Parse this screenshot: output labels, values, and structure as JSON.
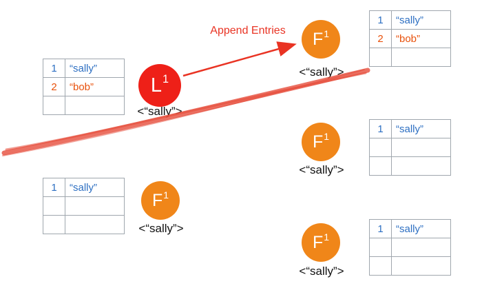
{
  "append_entries_label": "Append Entries",
  "nodes": {
    "leader": {
      "letter": "L",
      "term": "1",
      "value": "<“sally”>"
    },
    "follower_top_right": {
      "letter": "F",
      "term": "1",
      "value": "<“sally”>"
    },
    "follower_mid_right": {
      "letter": "F",
      "term": "1",
      "value": "<“sally”>"
    },
    "follower_bottom_left": {
      "letter": "F",
      "term": "1",
      "value": "<“sally”>"
    },
    "follower_bottom_right": {
      "letter": "F",
      "term": "1",
      "value": "<“sally”>"
    }
  },
  "logs": {
    "leader_log": {
      "rows": [
        [
          "1",
          "“sally”"
        ],
        [
          "2",
          "“bob”"
        ],
        [
          "",
          ""
        ]
      ]
    },
    "top_right_log": {
      "rows": [
        [
          "1",
          "“sally”"
        ],
        [
          "2",
          "“bob”"
        ],
        [
          "",
          ""
        ]
      ]
    },
    "mid_right_log": {
      "rows": [
        [
          "1",
          "“sally”"
        ],
        [
          "",
          ""
        ],
        [
          "",
          ""
        ]
      ]
    },
    "bottom_left_log": {
      "rows": [
        [
          "1",
          "“sally”"
        ],
        [
          "",
          ""
        ],
        [
          "",
          ""
        ]
      ]
    },
    "bottom_right_log": {
      "rows": [
        [
          "1",
          "“sally”"
        ],
        [
          "",
          ""
        ],
        [
          "",
          ""
        ]
      ]
    }
  },
  "colors": {
    "leader_fill": "#ee2018",
    "follower_fill": "#f08619",
    "arrow": "#e93323",
    "partition": "#e64937",
    "entry_blue": "#2d6fc2",
    "entry_red": "#e8500a"
  }
}
